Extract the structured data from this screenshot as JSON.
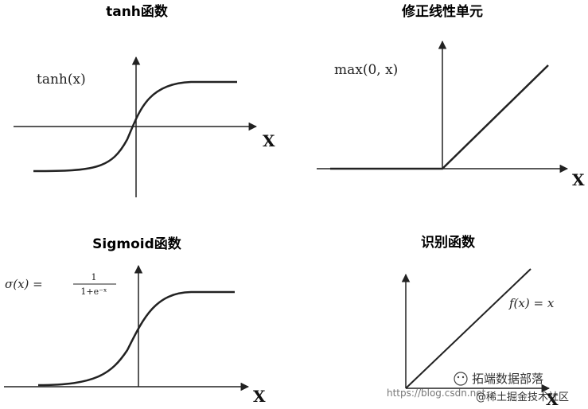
{
  "panels": {
    "tanh": {
      "title": "tanh函数",
      "label": "tanh(x)",
      "axis_label": "X"
    },
    "relu": {
      "title": "修正线性单元",
      "label": "max(0, x)",
      "axis_label": "X"
    },
    "sigmoid": {
      "title": "Sigmoid函数",
      "label_lhs": "σ(x) =",
      "label_num": "1",
      "label_den": "1+e⁻ˣ",
      "axis_label": "X"
    },
    "identity": {
      "title": "识别函数",
      "label": "f(x) = x",
      "axis_label": "X"
    }
  },
  "watermark": {
    "brand": "拓端数据部落",
    "url": "https://blog.csdn.net",
    "community": "@稀土掘金技术社区"
  },
  "colors": {
    "ink": "#222222",
    "background": "#ffffff"
  }
}
